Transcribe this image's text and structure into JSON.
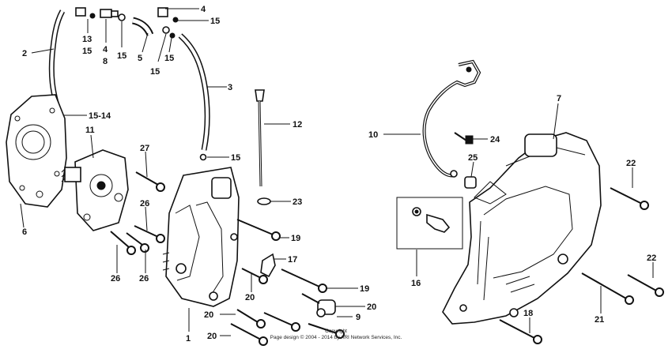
{
  "callouts": {
    "c4a": "4",
    "c15a": "15",
    "c2": "2",
    "c13": "13",
    "c15b": "15",
    "c4b": "4",
    "c8": "8",
    "c15c": "15",
    "c5": "5",
    "c15d": "15",
    "c15e": "15",
    "c3": "3",
    "c15_14": "15-14",
    "c11": "11",
    "c6": "6",
    "c15f": "15",
    "c12": "12",
    "c27": "27",
    "c23": "23",
    "c26a": "26",
    "c19a": "19",
    "c17": "17",
    "c26b": "26",
    "c26c": "26",
    "c20a": "20",
    "c19b": "19",
    "c20b": "20",
    "c9": "9",
    "c20c": "20",
    "c20d": "20",
    "c1": "1",
    "c10": "10",
    "c7": "7",
    "c24": "24",
    "c25": "25",
    "c22a": "22",
    "c16": "16",
    "c22b": "22",
    "c21": "21",
    "c18": "18"
  },
  "caption": {
    "line1": "Copyright",
    "line2": "Page design © 2004 - 2014 by ARI Network Services, Inc."
  }
}
